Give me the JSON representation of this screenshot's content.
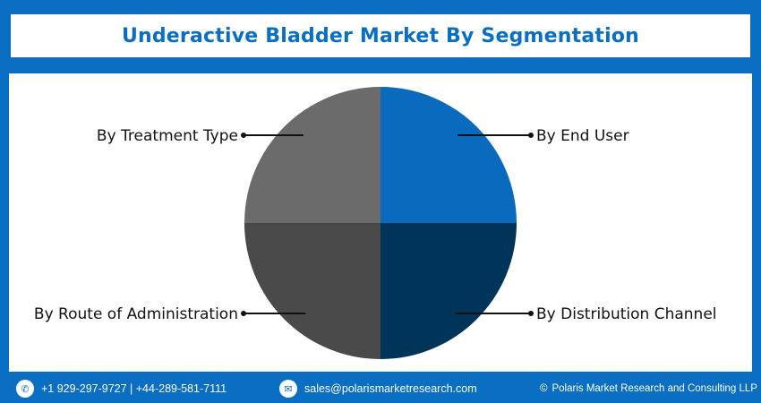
{
  "title": "Underactive Bladder Market By Segmentation",
  "chart_data": {
    "type": "pie",
    "title": "Underactive Bladder Market By Segmentation",
    "slices": [
      {
        "label": "By End User",
        "value": 25,
        "color": "#0a6abe"
      },
      {
        "label": "By Distribution Channel",
        "value": 25,
        "color": "#003459"
      },
      {
        "label": "By Route of Administration",
        "value": 25,
        "color": "#4a4a4a"
      },
      {
        "label": "By Treatment Type",
        "value": 25,
        "color": "#6b6b6b"
      }
    ]
  },
  "footer": {
    "phone": "+1 929-297-9727 | +44-289-581-7111",
    "email": "sales@polarismarketresearch.com",
    "copyright": "Polaris Market Research and Consulting LLP",
    "phone_icon": "phone-icon",
    "email_icon": "envelope-icon"
  }
}
